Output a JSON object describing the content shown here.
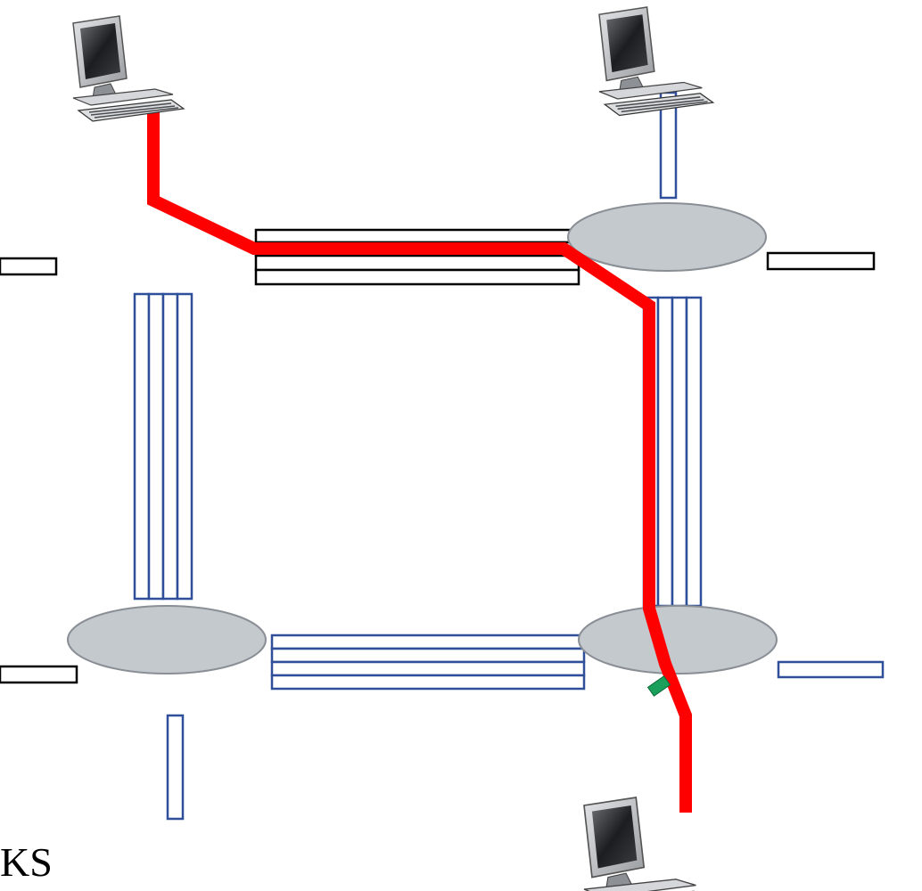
{
  "diagram": {
    "corner_text": "KS",
    "colors": {
      "circuit": "#ff0000",
      "link_outline": "#2f4f9a",
      "link_outline_dark": "#000000",
      "switch_fill": "#c4c9ce",
      "switch_stroke": "#8a8f96",
      "tag": "#1aa05a"
    },
    "nodes": [
      {
        "id": "host-top-left",
        "type": "computer"
      },
      {
        "id": "host-top-right",
        "type": "computer"
      },
      {
        "id": "host-bottom-right",
        "type": "computer"
      },
      {
        "id": "switch-top-right",
        "type": "switch"
      },
      {
        "id": "switch-bottom-left",
        "type": "switch"
      },
      {
        "id": "switch-bottom-right",
        "type": "switch"
      }
    ],
    "links": [
      {
        "id": "top-link",
        "circuits": 4
      },
      {
        "id": "left-link",
        "circuits": 4
      },
      {
        "id": "right-link",
        "circuits": 4
      },
      {
        "id": "bottom-link",
        "circuits": 4
      }
    ],
    "highlighted_path": [
      "host-top-left",
      "top-link",
      "switch-top-right",
      "right-link",
      "switch-bottom-right",
      "host-bottom-right"
    ]
  }
}
